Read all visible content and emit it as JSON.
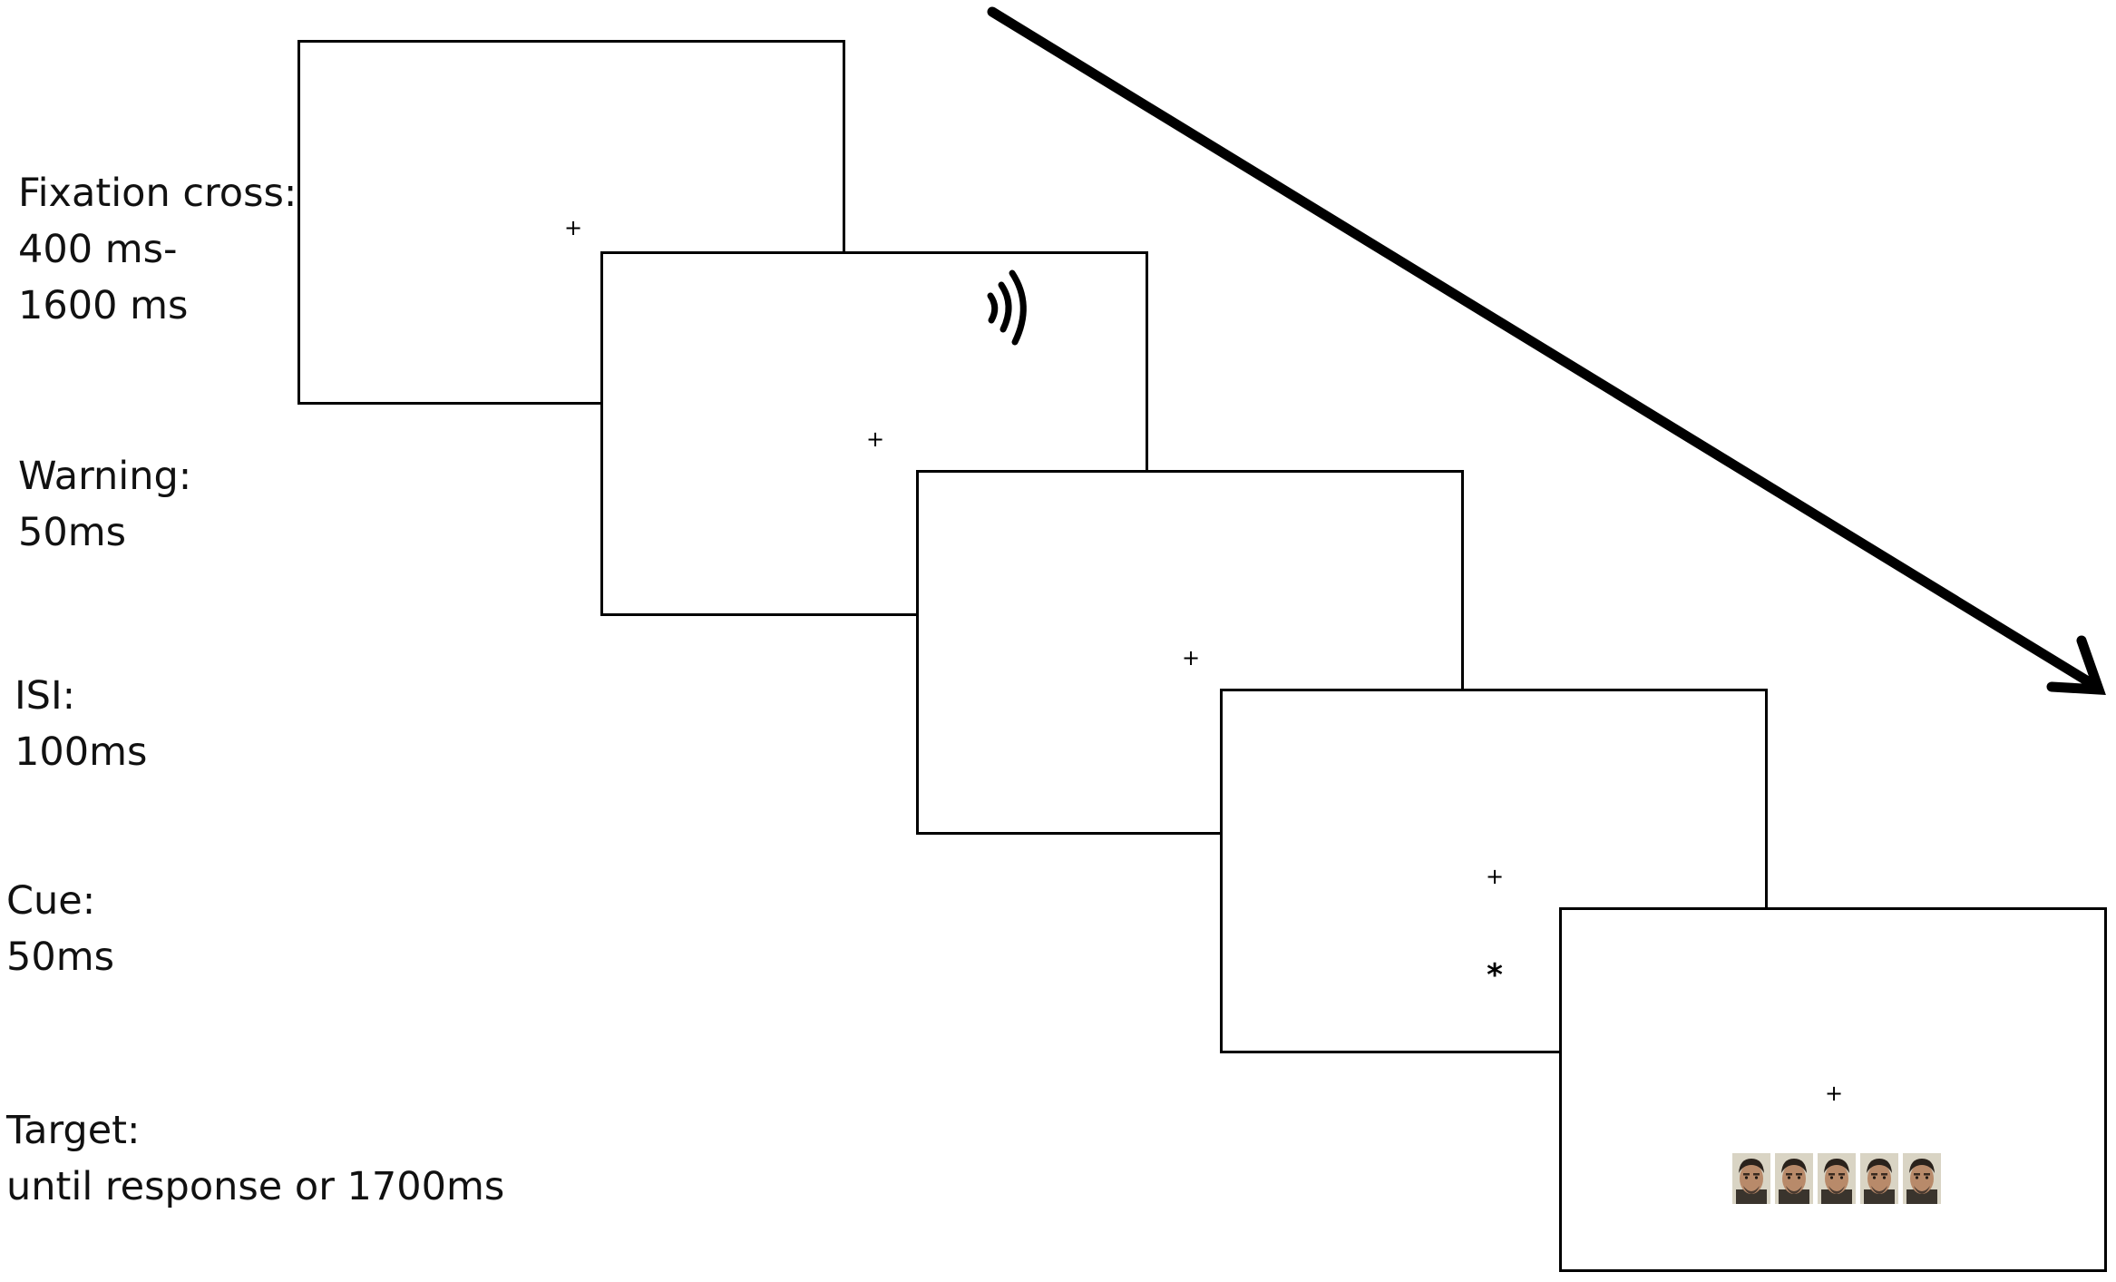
{
  "stages": [
    {
      "id": "fixation",
      "lines": [
        "Fixation cross:",
        "400 ms-",
        "1600 ms"
      ]
    },
    {
      "id": "warning",
      "lines": [
        "Warning:",
        "50ms"
      ]
    },
    {
      "id": "isi",
      "lines": [
        "ISI:",
        "100ms"
      ]
    },
    {
      "id": "cue",
      "lines": [
        "Cue:",
        "50ms"
      ]
    },
    {
      "id": "target",
      "lines": [
        "Target:",
        "until response or 1700ms"
      ]
    }
  ],
  "symbols": {
    "fixation_cross": "+",
    "cue_asterisk": "*"
  },
  "icons": {
    "warning": "sound-wave-icon",
    "target": "face-icon"
  },
  "target_face_count": 5,
  "colors": {
    "stroke": "#000000",
    "text": "#111111",
    "background": "#ffffff"
  }
}
